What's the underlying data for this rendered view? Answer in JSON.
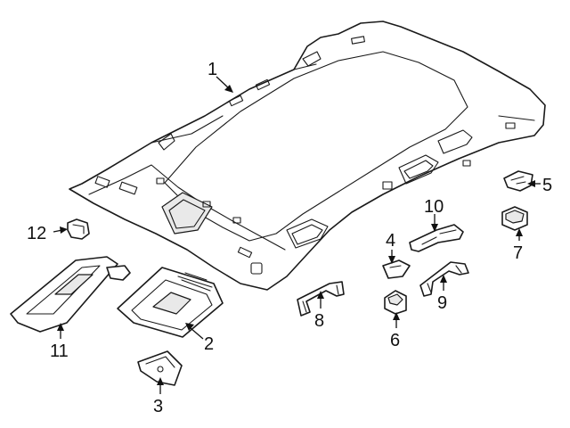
{
  "callouts": [
    {
      "id": "1",
      "label": "1"
    },
    {
      "id": "2",
      "label": "2"
    },
    {
      "id": "3",
      "label": "3"
    },
    {
      "id": "4",
      "label": "4"
    },
    {
      "id": "5",
      "label": "5"
    },
    {
      "id": "6",
      "label": "6"
    },
    {
      "id": "7",
      "label": "7"
    },
    {
      "id": "8",
      "label": "8"
    },
    {
      "id": "9",
      "label": "9"
    },
    {
      "id": "10",
      "label": "10"
    },
    {
      "id": "11",
      "label": "11"
    },
    {
      "id": "12",
      "label": "12"
    }
  ],
  "colors": {
    "line": "#1a1a1a",
    "background": "#ffffff"
  }
}
